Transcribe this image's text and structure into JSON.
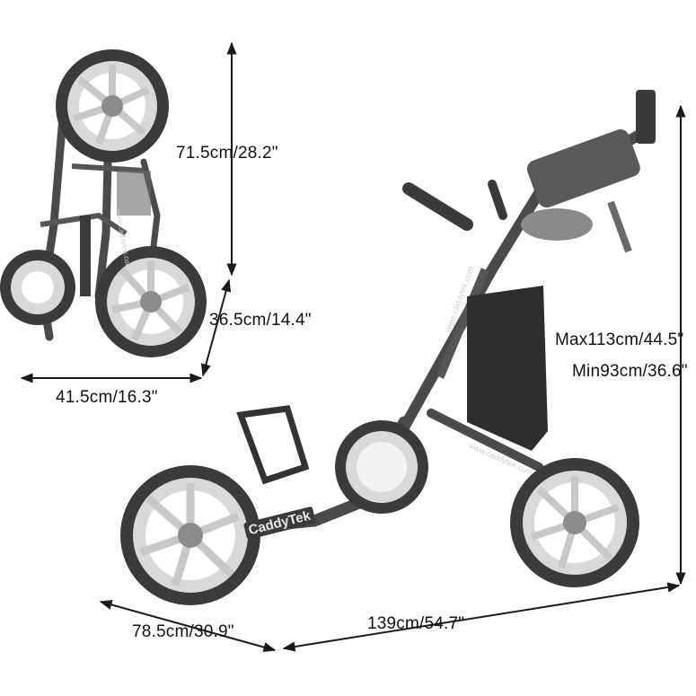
{
  "dimensions": {
    "folded_height": "71.5cm/28.2\"",
    "folded_depth": "36.5cm/14.4\"",
    "folded_width": "41.5cm/16.3\"",
    "max_height": "Max113cm/44.5\"",
    "min_height": "Min93cm/36.6\"",
    "length": "139cm/54.7\"",
    "width": "78.5cm/30.9\""
  },
  "branding": {
    "logo_text": "CaddyTek",
    "url_text": "www.caddytek.com"
  },
  "colors": {
    "frame": "#4a4a4a",
    "tire": "#3b3b3b",
    "rim": "#d9d9d9",
    "bag": "#2e2e2e",
    "arrow": "#1a1a1a"
  }
}
